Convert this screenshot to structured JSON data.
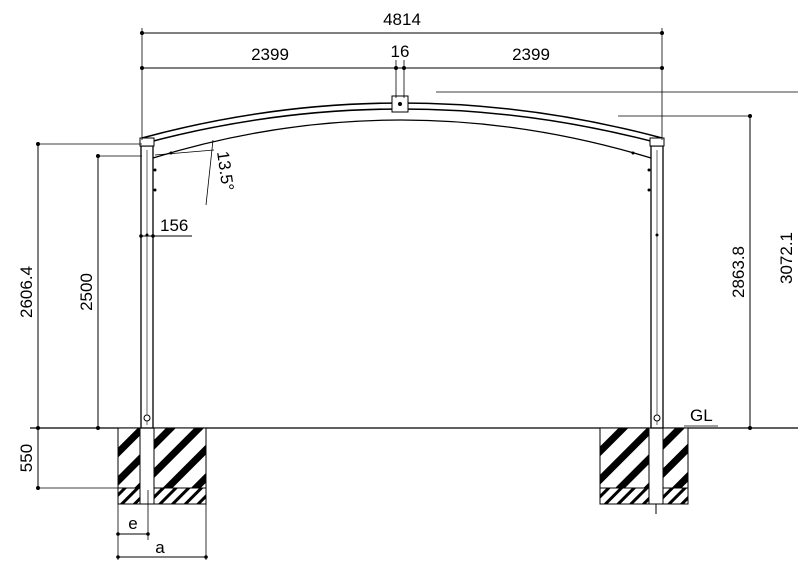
{
  "dimensions": {
    "overall_width": "4814",
    "half_span_left": "2399",
    "ridge_width": "16",
    "half_span_right": "2399",
    "angle": "13.5°",
    "post_offset": "156",
    "eave_height_total": "2606.4",
    "post_height": "2500",
    "foundation_depth": "550",
    "mid_height": "2863.8",
    "ridge_height": "3072.1",
    "ground_label": "GL",
    "label_e": "e",
    "label_a": "a"
  }
}
